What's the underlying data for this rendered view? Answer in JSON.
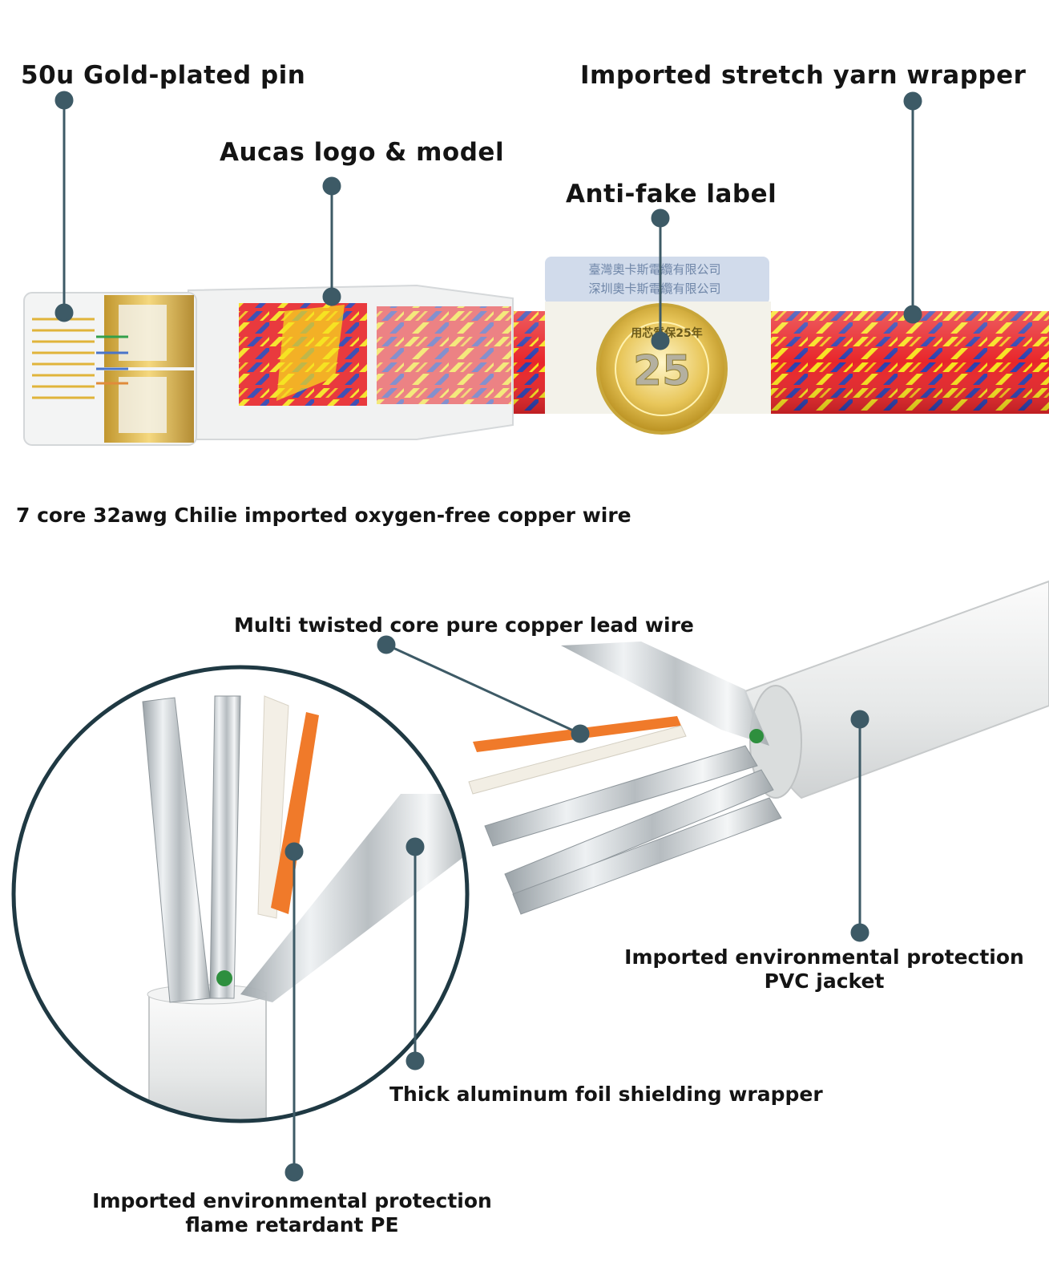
{
  "diagram": {
    "labels": {
      "gold_pin": "50u Gold-plated pin",
      "stretch_yarn": "Imported stretch yarn wrapper",
      "logo_model": "Aucas logo & model",
      "anti_fake": "Anti-fake label",
      "copper_wire": "7 core 32awg Chilie imported oxygen-free copper wire",
      "lead_wire": "Multi twisted core pure copper lead wire",
      "pvc_jacket_line1": "Imported environmental protection",
      "pvc_jacket_line2": "PVC jacket",
      "foil_shield": "Thick aluminum foil shielding wrapper",
      "pe_line1": "Imported environmental protection",
      "pe_line2": "flame retardant PE"
    },
    "label_tag_lines": {
      "line1": "臺灣奧卡斯電纜有限公司",
      "line2": "深圳奧卡斯電纜有限公司"
    },
    "seal": {
      "number": "25",
      "ring_text": "用芯質保25年"
    },
    "colors": {
      "callout": "#3d5a66",
      "braid_red": "#e8262a",
      "braid_yellow": "#f7e21c",
      "braid_blue": "#2b3fae",
      "gold": "#d9a628",
      "jacket": "#e9eaea",
      "foil": "#c9cfd3",
      "wire_orange": "#f07a2a"
    }
  }
}
